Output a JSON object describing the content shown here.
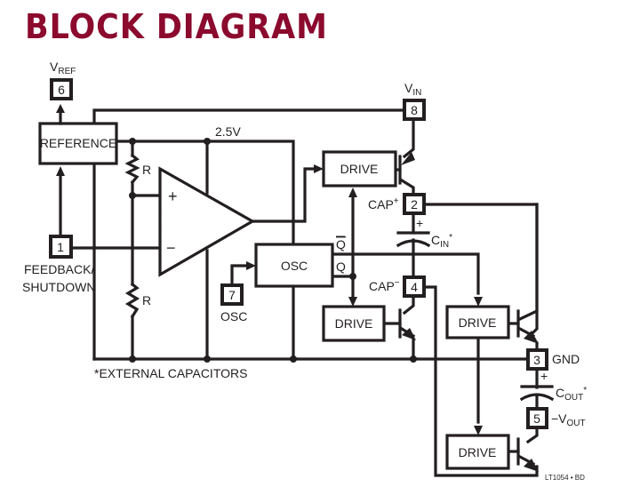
{
  "title": "BLOCK DIAGRAM",
  "colors": {
    "title": "#8b0a2e",
    "ink": "#231f20",
    "background": "#ffffff"
  },
  "blocks": {
    "reference": "REFERENCE",
    "osc": "OSC",
    "drive_top": "DRIVE",
    "drive_mid": "DRIVE",
    "drive_right": "DRIVE",
    "drive_bottom": "DRIVE"
  },
  "opamp": {
    "plus": "+",
    "minus": "−"
  },
  "resistors": {
    "upper": "R",
    "lower": "R"
  },
  "labels": {
    "node_voltage": "2.5V",
    "q": "Q",
    "q_bar": "Q",
    "cap_plus": "CAP",
    "cap_plus_sup": "+",
    "cap_minus": "CAP",
    "cap_minus_sup": "−",
    "cin": "C",
    "cin_sub": "IN",
    "cin_star": "*",
    "cout": "C",
    "cout_sub": "OUT",
    "cout_star": "*",
    "cin_polarity": "+",
    "cout_polarity": "+",
    "footnote": "*EXTERNAL CAPACITORS",
    "figure_id": "LT1054 • BD"
  },
  "pins": [
    {
      "number": "1",
      "name": "FEEDBACK/",
      "name2": "SHUTDOWN"
    },
    {
      "number": "2",
      "name": "CAP+"
    },
    {
      "number": "3",
      "name": "GND"
    },
    {
      "number": "4",
      "name": "CAP−"
    },
    {
      "number": "5",
      "name": "−V",
      "sub": "OUT"
    },
    {
      "number": "6",
      "name": "V",
      "sub": "REF"
    },
    {
      "number": "7",
      "name": "OSC"
    },
    {
      "number": "8",
      "name": "V",
      "sub": "IN"
    }
  ]
}
